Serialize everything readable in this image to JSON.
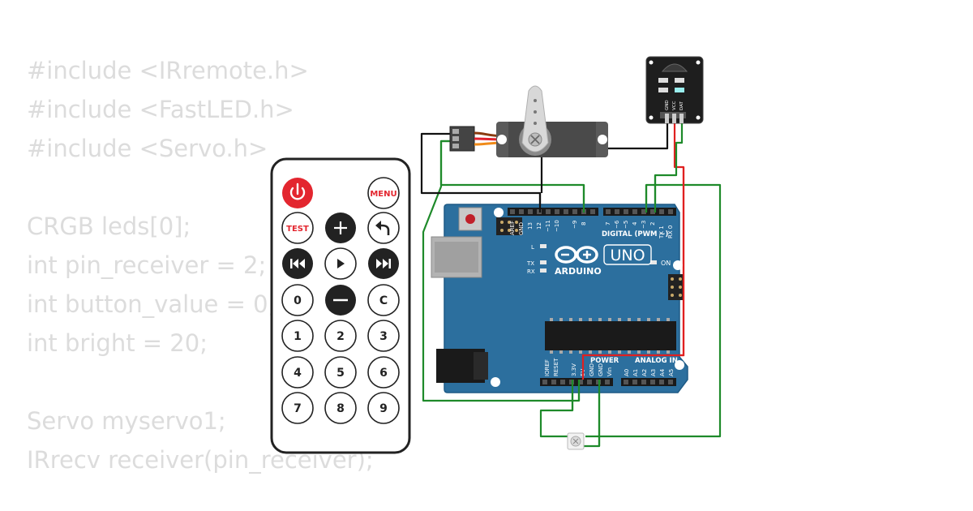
{
  "code": {
    "lines": [
      "#include <IRremote.h>",
      "#include <FastLED.h>",
      "#include <Servo.h>",
      "",
      "CRGB leds[0];",
      "int pin_receiver = 2;",
      "int button_value = 0;",
      "int bright = 20;",
      "",
      "Servo myservo1;",
      "IRrecv receiver(pin_receiver);"
    ]
  },
  "remote": {
    "menu_label": "MENU",
    "test_label": "TEST",
    "clear_label": "C",
    "digits": [
      "0",
      "1",
      "2",
      "3",
      "4",
      "5",
      "6",
      "7",
      "8",
      "9"
    ]
  },
  "arduino": {
    "brand": "ARDUINO",
    "model": "UNO",
    "on_label": "ON",
    "l_label": "L",
    "tx_label": "TX",
    "rx_label": "RX",
    "digital_label": "DIGITAL (PWM ~)",
    "power_label": "POWER",
    "analog_label": "ANALOG IN",
    "digital_pins": [
      "AREF",
      "GND",
      "13",
      "12",
      "~11",
      "~10",
      "~9",
      "8",
      "7",
      "~6",
      "~5",
      "4",
      "~3",
      "2",
      "TX 1",
      "RX 0"
    ],
    "power_pins": [
      "IOREF",
      "RESET",
      "3.3V",
      "5V",
      "GND",
      "GND",
      "Vin"
    ],
    "analog_pins": [
      "A0",
      "A1",
      "A2",
      "A3",
      "A4",
      "A5"
    ]
  },
  "ir_receiver": {
    "pins": [
      "GND",
      "VCC",
      "DAT"
    ]
  },
  "colors": {
    "board": "#2c6f9e",
    "wire_green": "#1e8a2a",
    "wire_red": "#e02020",
    "wire_black": "#111111",
    "power_red": "#e0202e"
  }
}
